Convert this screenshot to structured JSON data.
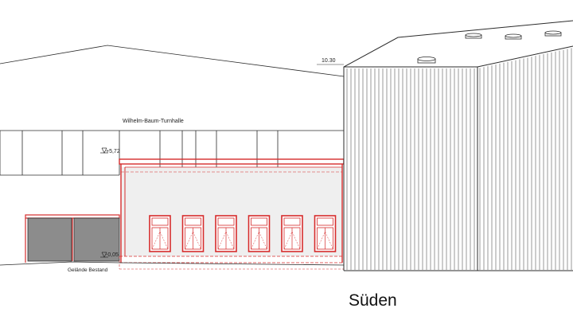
{
  "drawing": {
    "view_title": "Süden",
    "building_label": "Wilhelm-Baum-Turnhalle",
    "ridge_height": "10.30",
    "level_upper": "+5,72",
    "level_lower": "-0,05",
    "ground_label": "Gelände Bestand",
    "window_count": 6,
    "colors": {
      "line": "#2b2b2b",
      "new_build": "#d62c2c",
      "new_build_fill": "#efefef",
      "existing_fill": "#8c8c8c"
    }
  }
}
